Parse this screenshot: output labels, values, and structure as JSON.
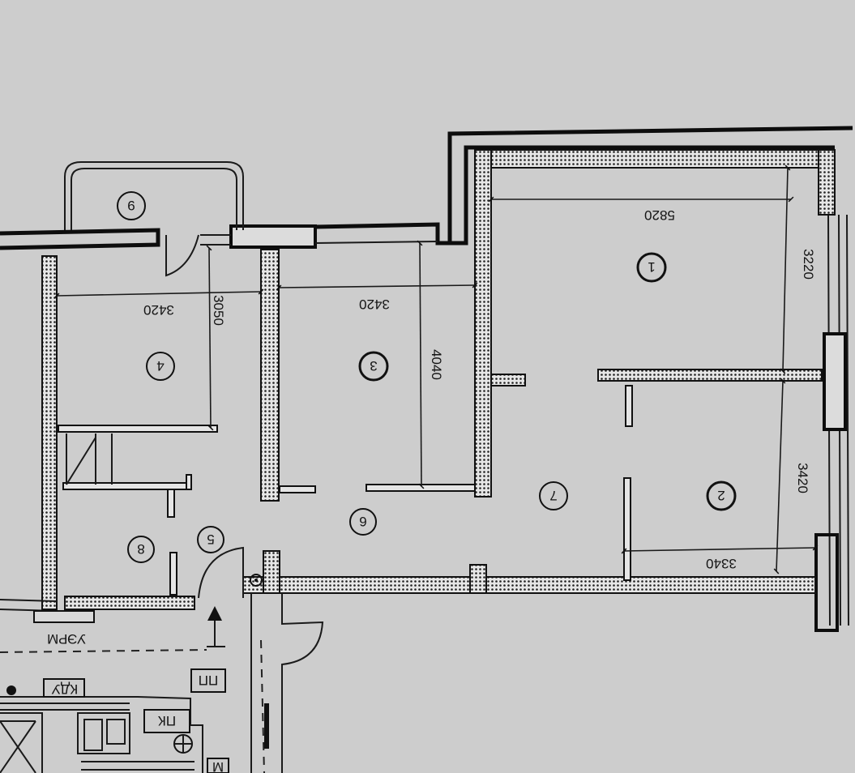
{
  "rooms": [
    {
      "id": "1"
    },
    {
      "id": "2"
    },
    {
      "id": "3"
    },
    {
      "id": "4"
    },
    {
      "id": "5"
    },
    {
      "id": "6"
    },
    {
      "id": "7"
    },
    {
      "id": "8"
    },
    {
      "id": "9"
    }
  ],
  "dimensions": {
    "room1_width": "5820",
    "room1_depth": "3220",
    "room2_depth": "3420",
    "room2_width": "3340",
    "room3_width": "3420",
    "room3_depth": "4040",
    "room4_width": "3420",
    "room4_depth": "3050"
  },
  "service_labels": {
    "corridor": "УЭРМ",
    "box1": "КДУ",
    "box2": "ПП",
    "box3": "ПК",
    "box4": "М"
  }
}
